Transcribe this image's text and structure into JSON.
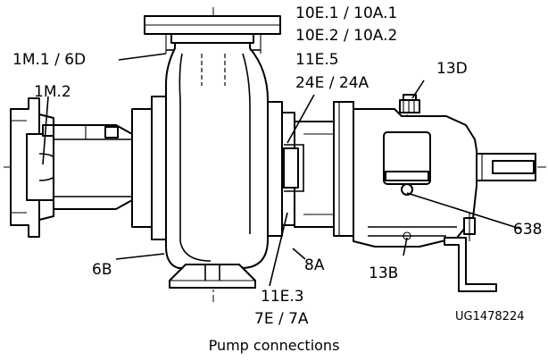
{
  "labels": {
    "l_1m1_6d": "1M.1 / 6D",
    "l_1m2": "1M.2",
    "l_10e1": "10E.1 / 10A.1",
    "l_10e2": "10E.2 / 10A.2",
    "l_11e5": "11E.5",
    "l_24e": "24E / 24A",
    "l_13d": "13D",
    "l_638": "638",
    "l_13b": "13B",
    "l_8a": "8A",
    "l_6b": "6B",
    "l_11e3": "11E.3",
    "l_7e": "7E / 7A"
  },
  "figure_id": "UG1478224",
  "caption": "Pump connections"
}
